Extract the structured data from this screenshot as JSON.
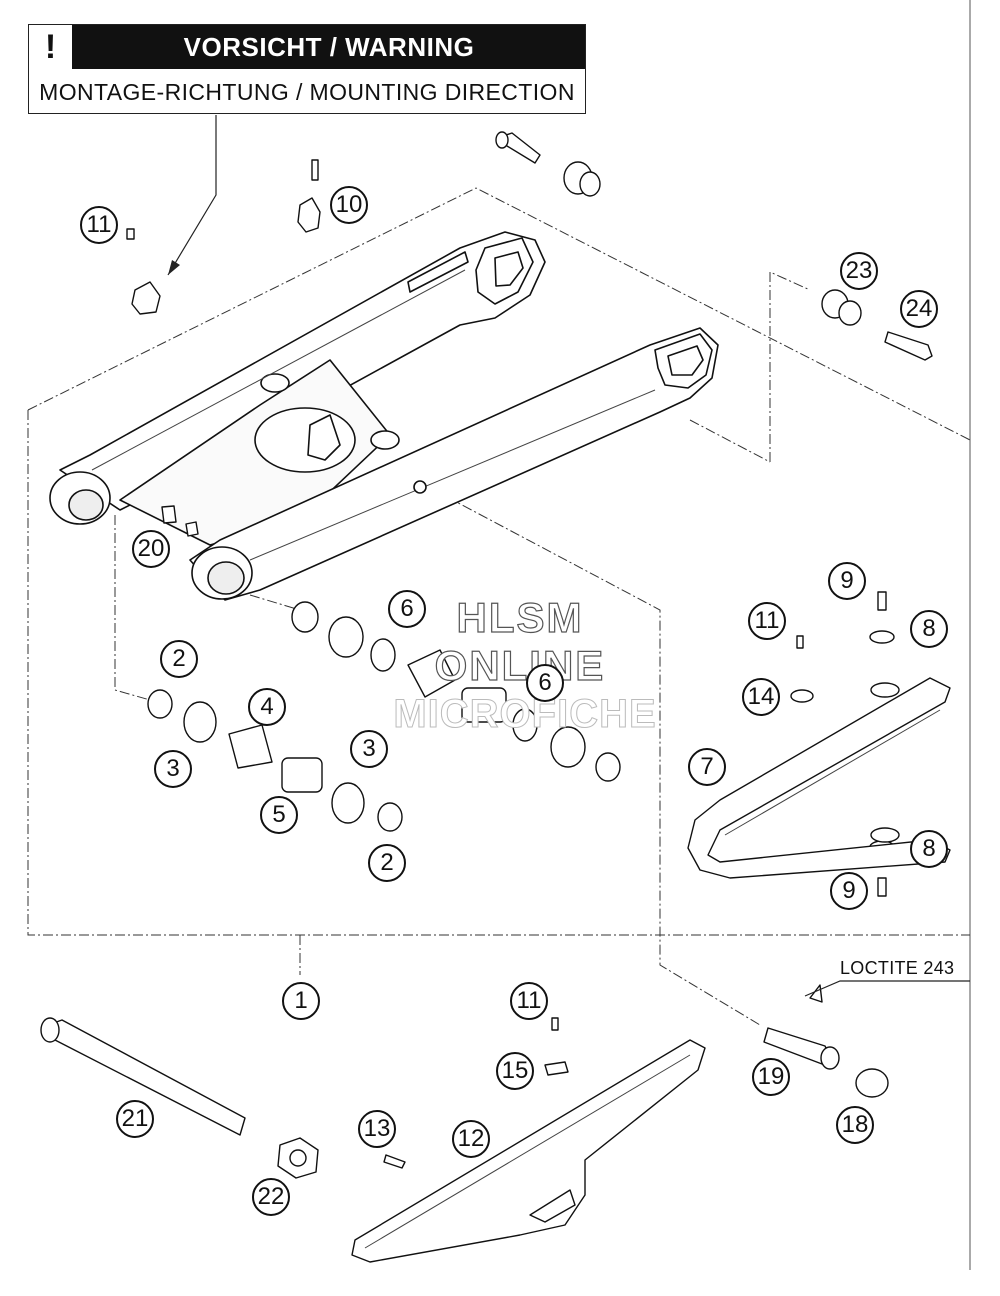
{
  "warning": {
    "symbol": "!",
    "title": "VORSICHT / WARNING",
    "subtitle": "MONTAGE-RICHTUNG / MOUNTING DIRECTION"
  },
  "annotation": {
    "loctite": "LOCTITE 243"
  },
  "watermark": {
    "line1": "HLSM",
    "line2": "ONLINE",
    "line3": "MICROFICHE"
  },
  "callouts": [
    {
      "id": "c11a",
      "num": "11"
    },
    {
      "id": "c10",
      "num": "10"
    },
    {
      "id": "c23",
      "num": "23"
    },
    {
      "id": "c24",
      "num": "24"
    },
    {
      "id": "c20",
      "num": "20"
    },
    {
      "id": "c6a",
      "num": "6"
    },
    {
      "id": "c6b",
      "num": "6"
    },
    {
      "id": "c2a",
      "num": "2"
    },
    {
      "id": "c4",
      "num": "4"
    },
    {
      "id": "c3a",
      "num": "3"
    },
    {
      "id": "c3b",
      "num": "3"
    },
    {
      "id": "c5",
      "num": "5"
    },
    {
      "id": "c2b",
      "num": "2"
    },
    {
      "id": "c9a",
      "num": "9"
    },
    {
      "id": "c11b",
      "num": "11"
    },
    {
      "id": "c8a",
      "num": "8"
    },
    {
      "id": "c14",
      "num": "14"
    },
    {
      "id": "c7",
      "num": "7"
    },
    {
      "id": "c8b",
      "num": "8"
    },
    {
      "id": "c9b",
      "num": "9"
    },
    {
      "id": "c1",
      "num": "1"
    },
    {
      "id": "c11c",
      "num": "11"
    },
    {
      "id": "c15",
      "num": "15"
    },
    {
      "id": "c19",
      "num": "19"
    },
    {
      "id": "c18",
      "num": "18"
    },
    {
      "id": "c21",
      "num": "21"
    },
    {
      "id": "c13",
      "num": "13"
    },
    {
      "id": "c12",
      "num": "12"
    },
    {
      "id": "c22",
      "num": "22"
    }
  ]
}
